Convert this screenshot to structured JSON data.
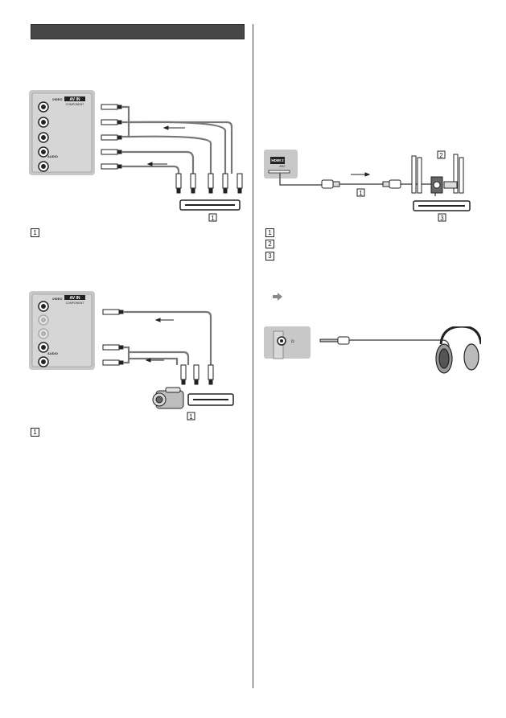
{
  "page": {
    "header_bar_color": "#474747",
    "divider_color": "#444444"
  },
  "diagram1": {
    "panel_header": "AV IN",
    "panel_sub": "COMPONENT",
    "video_label": "VIDEO",
    "audio_label": "AUDIO",
    "device_number": "1"
  },
  "legend_left_1": {
    "number": "1"
  },
  "diagram2": {
    "panel_header": "AV IN",
    "panel_sub": "COMPONENT",
    "video_label": "VIDEO",
    "audio_label": "AUDIO",
    "device_number": "1"
  },
  "legend_left_2": {
    "number": "1"
  },
  "diagram3": {
    "port_label": "HDMI 2",
    "port_sub": "ARC",
    "cable_number": "1",
    "speaker_number": "2",
    "amp_number": "3"
  },
  "legend_right": [
    {
      "number": "1"
    },
    {
      "number": "2"
    },
    {
      "number": "3"
    }
  ],
  "diagram4": {
    "jack_label": "Ω"
  }
}
